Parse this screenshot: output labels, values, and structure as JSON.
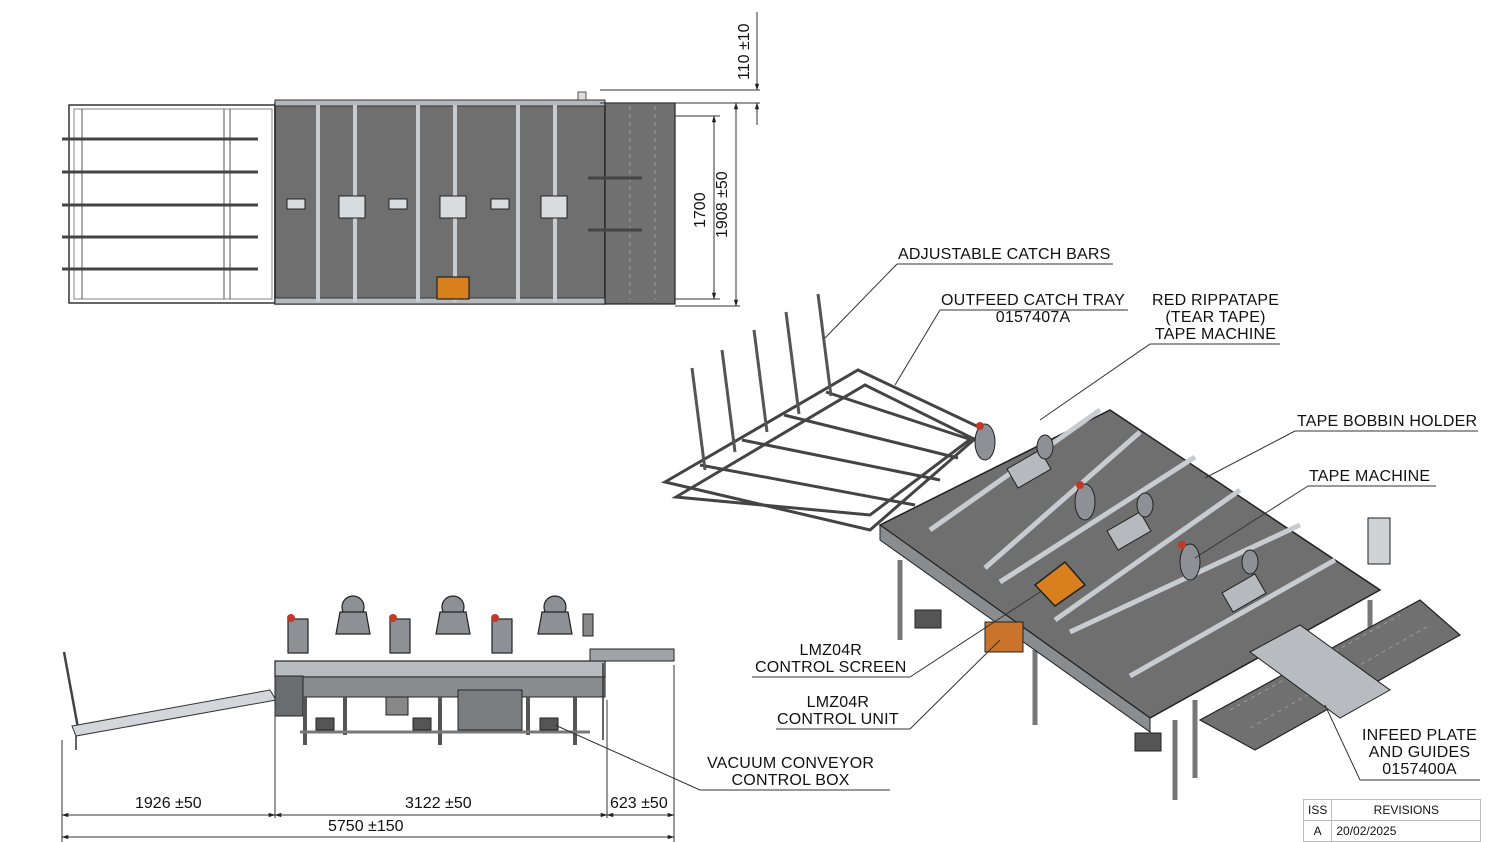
{
  "callouts": {
    "catch_bars": "ADJUSTABLE CATCH BARS",
    "outfeed_tray": [
      "OUTFEED CATCH TRAY",
      "0157407A"
    ],
    "red_tape_machine": [
      "RED RIPPATAPE",
      "(TEAR TAPE)",
      "TAPE MACHINE"
    ],
    "bobbin_holder": "TAPE BOBBIN HOLDER",
    "tape_machine": "TAPE MACHINE",
    "control_screen": [
      "LMZ04R",
      "CONTROL SCREEN"
    ],
    "control_unit": [
      "LMZ04R",
      "CONTROL UNIT"
    ],
    "vacuum_box": [
      "VACUUM CONVEYOR",
      "CONTROL BOX"
    ],
    "infeed_plate": [
      "INFEED PLATE",
      "AND GUIDES",
      "0157400A"
    ]
  },
  "dimensions": {
    "top_offset": "110 ±10",
    "inner_width": "1700",
    "outer_width": "1908 ±50",
    "catch_length": "1926 ±50",
    "conveyor_length": "3122 ±50",
    "infeed_length": "623 ±50",
    "overall_length": "5750 ±150"
  },
  "revisions": {
    "col_iss": "ISS",
    "col_rev": "REVISIONS",
    "rows": [
      {
        "iss": "A",
        "date": "20/02/2025"
      }
    ]
  },
  "colors": {
    "belt": "#6f6f6f",
    "frame": "#c8ccd0",
    "line": "#333333",
    "screen": "#d9801e"
  }
}
